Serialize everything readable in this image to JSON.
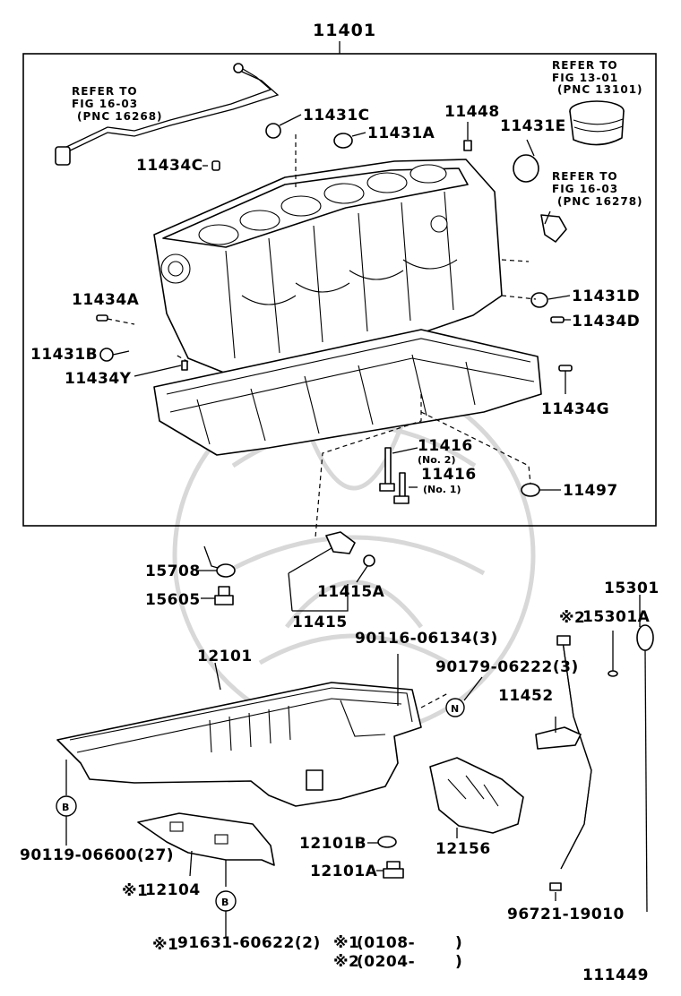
{
  "diagram": {
    "figure_number": "111449",
    "top_part": "11401",
    "parts": {
      "p11434C": "11434C",
      "p11431C": "11431C",
      "p11431A": "11431A",
      "p11448": "11448",
      "p11431E": "11431E",
      "p11434A": "11434A",
      "p11431B": "11431B",
      "p11434Y": "11434Y",
      "p11431D": "11431D",
      "p11434D": "11434D",
      "p11434G": "11434G",
      "p11416a": "11416",
      "p11416a_note": "(No. 2)",
      "p11416b": "11416",
      "p11416b_note": "(No. 1)",
      "p11497": "11497",
      "p15708": "15708",
      "p15605": "15605",
      "p11415A": "11415A",
      "p11415": "11415",
      "p15301": "15301",
      "p15301A": "15301A",
      "p15301A_mark": "※2",
      "p12101": "12101",
      "p90116": "90116-06134(3)",
      "p90179": "90179-06222(3)",
      "p11452": "11452",
      "p90119": "90119-06600(27)",
      "p12156": "12156",
      "p12101B": "12101B",
      "p12101A": "12101A",
      "p12104": "12104",
      "p12104_mark": "※1",
      "p96721": "96721-19010",
      "p91631": "91631-60622(2)",
      "p91631_mark": "※1"
    },
    "callouts": {
      "n": "N",
      "b1": "B",
      "b2": "B"
    },
    "references": [
      {
        "line1": "REFER TO",
        "line2": "FIG 16-03",
        "line3": "(PNC 16268)"
      },
      {
        "line1": "REFER TO",
        "line2": "FIG 13-01",
        "line3": "(PNC 13101)"
      },
      {
        "line1": "REFER TO",
        "line2": "FIG 16-03",
        "line3": "(PNC 16278)"
      }
    ],
    "footnotes": [
      {
        "mark": "※1",
        "text": "(0108-",
        "close": ")"
      },
      {
        "mark": "※2",
        "text": "(0204-",
        "close": ")"
      }
    ]
  }
}
